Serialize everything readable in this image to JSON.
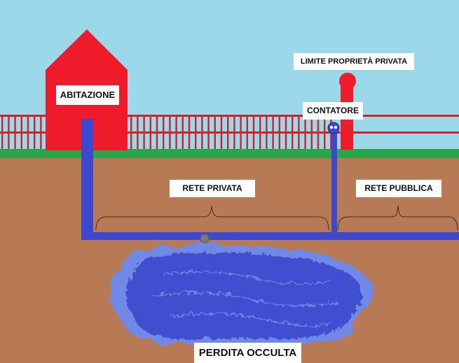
{
  "labels": {
    "house": "ABITAZIONE",
    "property_limit": "LIMITE PROPRIETÀ PRIVATA",
    "meter": "CONTATORE",
    "private_network": "RETE PRIVATA",
    "public_network": "RETE PUBBLICA",
    "hidden_leak": "PERDITA OCCULTA"
  },
  "colors": {
    "sky": "#9ad8ea",
    "soil": "#b87a54",
    "grass": "#27a74a",
    "house": "#ee1c2a",
    "fence": "#d42029",
    "pipe": "#3d48d0",
    "leak": "#3f4fd0",
    "leak_halo": "#6f88e6",
    "meter_valve": "#6b6b6b"
  },
  "icons": [
    "house-icon",
    "fence-icon",
    "boundary-post-icon",
    "water-meter-icon",
    "leak-valve-icon",
    "water-leak-puddle-icon"
  ]
}
